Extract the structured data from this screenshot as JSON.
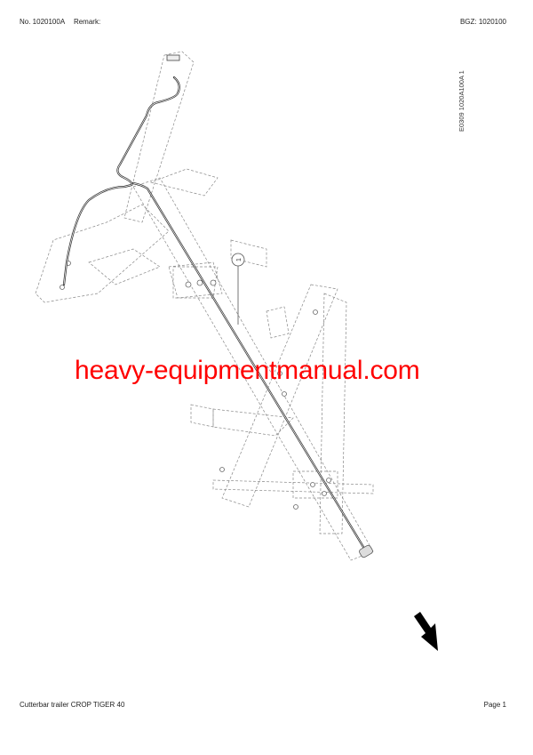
{
  "header": {
    "number": "No. 1020100A",
    "remark_label": "Remark:",
    "bgz": "BGZ: 1020100"
  },
  "drawing": {
    "side_code": "E0309 1020A100A 1",
    "callout": "1",
    "direction_icon": "arrow-down-right-icon"
  },
  "watermark": {
    "text": "heavy-equipmentmanual.com",
    "color": "#ff0000"
  },
  "footer": {
    "title": "Cutterbar trailer CROP TIGER 40",
    "page": "Page 1"
  }
}
